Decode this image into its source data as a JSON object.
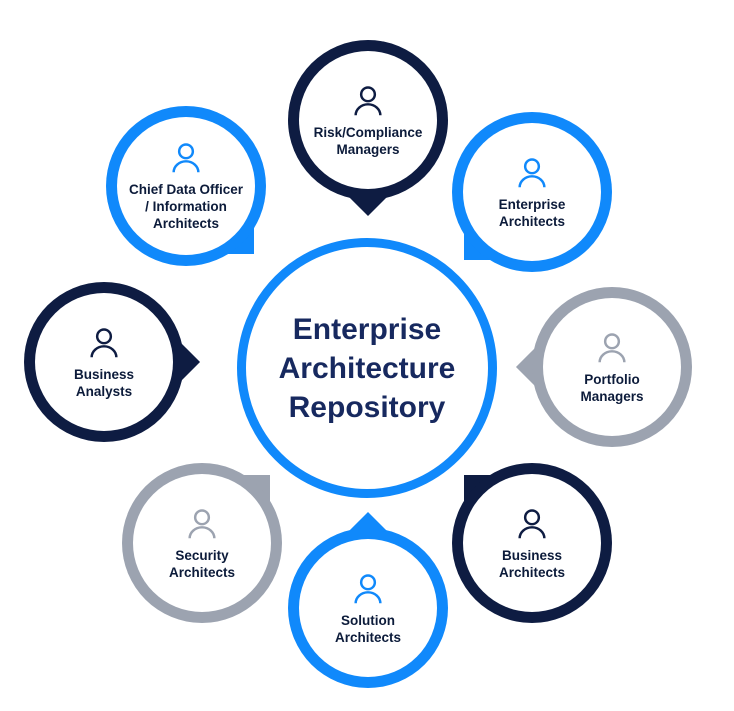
{
  "diagram_title": "Enterprise Architecture Repository",
  "center": {
    "label": "Enterprise Architecture Repository"
  },
  "colors": {
    "blue": "#1089fb",
    "navy": "#0e1c42",
    "gray": "#9ca3b0",
    "center_text": "#17295f",
    "node_text": "#0c1b3a",
    "background": "#ffffff"
  },
  "icons": {
    "node_icon": "person-icon"
  },
  "nodes": [
    {
      "id": "risk-compliance-managers",
      "label": "Risk/Compliance Managers",
      "theme": "navy",
      "position": "top"
    },
    {
      "id": "enterprise-architects",
      "label": "Enterprise Architects",
      "theme": "blue",
      "position": "top-right"
    },
    {
      "id": "portfolio-managers",
      "label": "Portfolio Managers",
      "theme": "gray",
      "position": "right"
    },
    {
      "id": "business-architects",
      "label": "Business Architects",
      "theme": "navy",
      "position": "bottom-right"
    },
    {
      "id": "solution-architects",
      "label": "Solution Architects",
      "theme": "blue",
      "position": "bottom"
    },
    {
      "id": "security-architects",
      "label": "Security Architects",
      "theme": "gray",
      "position": "bottom-left"
    },
    {
      "id": "business-analysts",
      "label": "Business Analysts",
      "theme": "navy",
      "position": "left"
    },
    {
      "id": "chief-data-officer-information-architects",
      "label": "Chief Data Officer / Information Architects",
      "theme": "blue",
      "position": "top-left"
    }
  ]
}
